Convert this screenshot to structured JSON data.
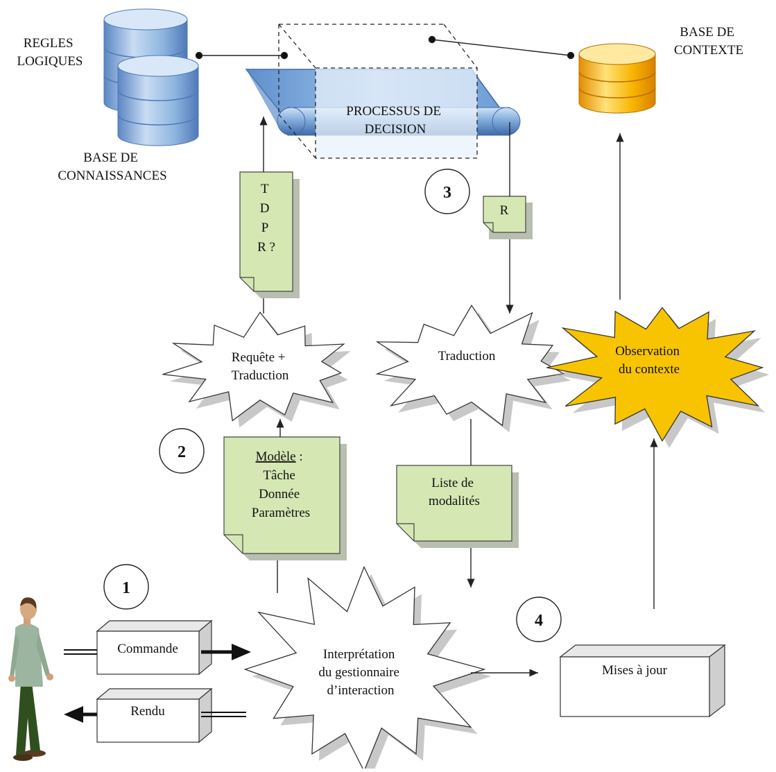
{
  "diagram": {
    "labels": {
      "regles_logiques": [
        "REGLES",
        "LOGIQUES"
      ],
      "base_connaissances": [
        "BASE DE",
        "CONNAISSANCES"
      ],
      "base_contexte": [
        "BASE DE",
        "CONTEXTE"
      ],
      "processus": [
        "PROCESSUS DE",
        "DECISION"
      ]
    },
    "notes": {
      "query": [
        "T",
        "D",
        "P",
        "R ?"
      ],
      "result": "R",
      "model_title": "Modèle",
      "model_colon": " :",
      "model_lines": [
        "Tâche",
        "Donnée",
        "Paramètres"
      ],
      "modalities": [
        "Liste de",
        "modalités"
      ]
    },
    "bursts": {
      "requete": [
        "Requête +",
        "Traduction"
      ],
      "traduction": "Traduction",
      "observation": [
        "Observation",
        "du contexte"
      ],
      "interpretation": [
        "Interprétation",
        "du gestionnaire",
        "d’interaction"
      ]
    },
    "boxes": {
      "commande": "Commande",
      "rendu": "Rendu",
      "mises_a_jour": "Mises à jour"
    },
    "step_numbers": [
      "1",
      "2",
      "3",
      "4"
    ],
    "colors": {
      "note_fill": "#d5e8b4",
      "db_blue": "#8fb6e0",
      "db_gold": "#f8b500",
      "belt_blue": "#7aa6d8",
      "burst_yellow": "#f8c400"
    }
  }
}
